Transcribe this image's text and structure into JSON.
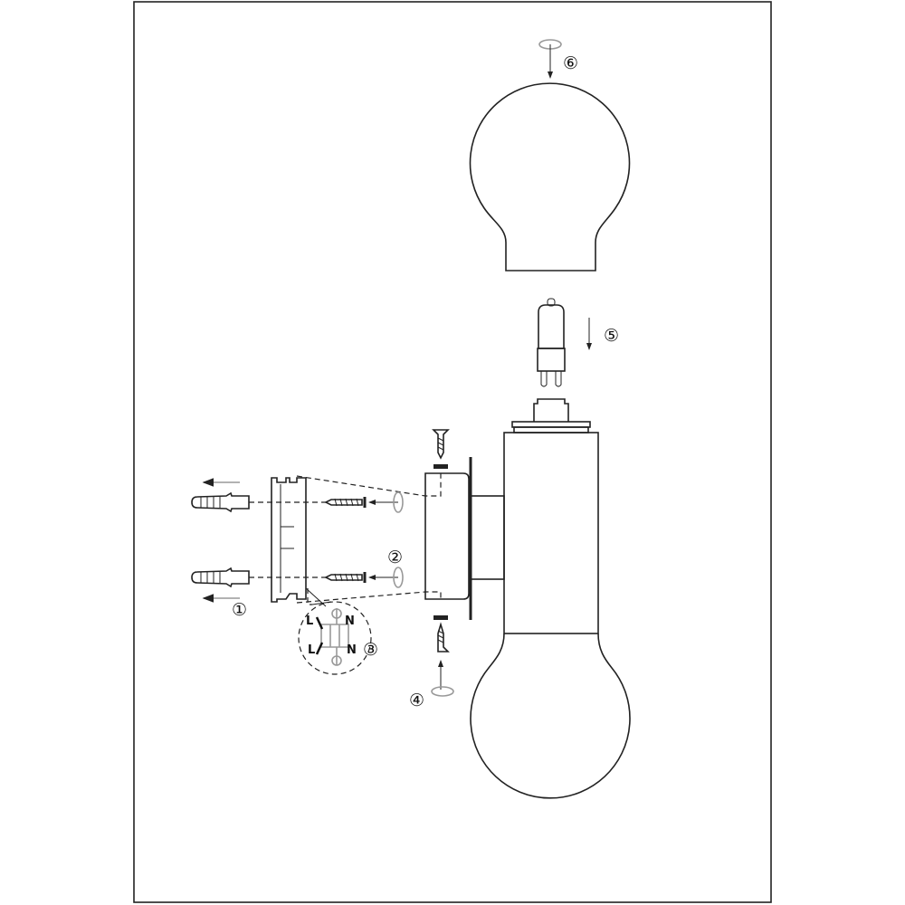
{
  "steps": {
    "s1": "①",
    "s2": "②",
    "s3": "③",
    "s4": "④",
    "s5": "⑤",
    "s6": "⑥"
  },
  "wiring": {
    "live_top": "L",
    "live_bottom": "L",
    "neutral_top": "N",
    "neutral_bottom": "N"
  }
}
